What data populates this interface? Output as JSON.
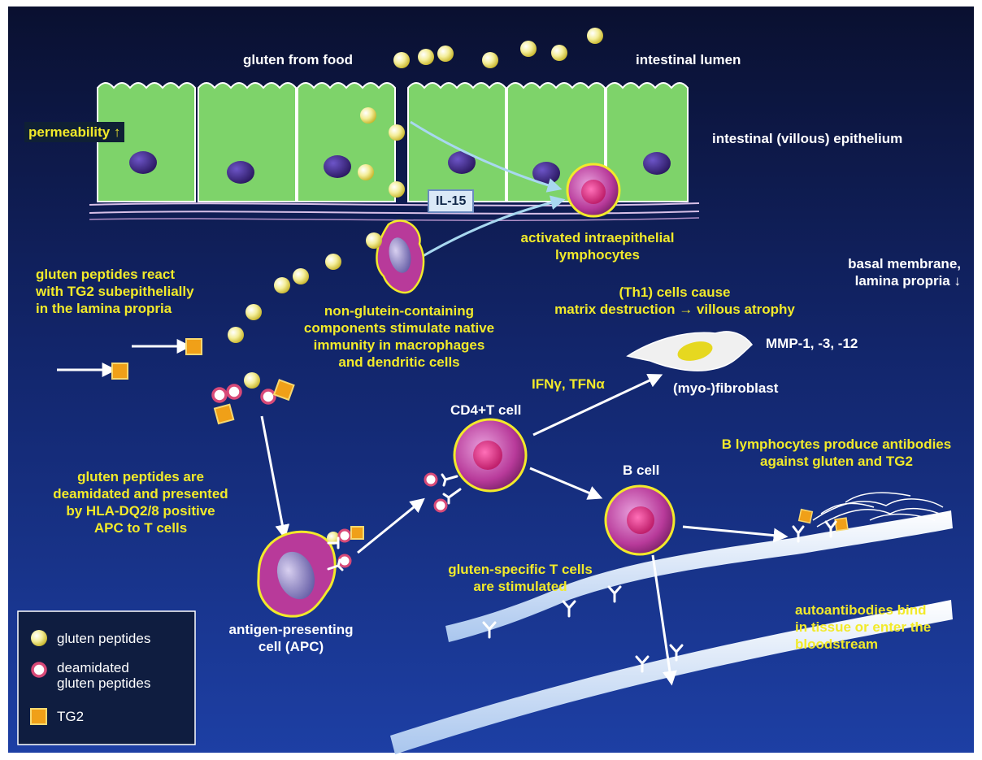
{
  "labels": {
    "gluten_from_food": "gluten from food",
    "intestinal_lumen": "intestinal lumen",
    "epithelium": "intestinal (villous) epithelium",
    "permeability": "permeability ↑",
    "il15": "IL-15",
    "activated_ln1": "activated intraepithelial",
    "activated_ln2": "lymphocytes",
    "basal_ln1": "basal membrane,",
    "basal_ln2": "lamina propria ↓",
    "gluten_react_ln1": "gluten peptides react",
    "gluten_react_ln2": "with TG2 subepithelially",
    "gluten_react_ln3": "in the lamina propria",
    "nonglutein_ln1": "non-glutein-containing",
    "nonglutein_ln2": "components stimulate native",
    "nonglutein_ln3": "immunity in macrophages",
    "nonglutein_ln4": "and dendritic cells",
    "th1_ln1": "(Th1) cells cause",
    "th1_ln2": "matrix destruction → villous atrophy",
    "mmp": "MMP-1, -3, -12",
    "ifn": "IFNγ, TFNα",
    "fibroblast": "(myo-)fibroblast",
    "cd4": "CD4+T cell",
    "bcell": "B cell",
    "blymph_ln1": "B lymphocytes produce antibodies",
    "blymph_ln2": "against gluten and TG2",
    "deamidated_ln1": "gluten peptides are",
    "deamidated_ln2": "deamidated and presented",
    "deamidated_ln3": "by HLA-DQ2/8 positive",
    "deamidated_ln4": "APC to T cells",
    "gluten_specific_ln1": "gluten-specific T cells",
    "gluten_specific_ln2": "are stimulated",
    "apc_ln1": "antigen-presenting",
    "apc_ln2": "cell (APC)",
    "autoantibodies_ln1": "autoantibodies bind",
    "autoantibodies_ln2": "in tissue or enter the",
    "autoantibodies_ln3": "bloodstream"
  },
  "legend": {
    "gluten_peptides": "gluten peptides",
    "deamidated_ln1": "deamidated",
    "deamidated_ln2": "gluten peptides",
    "tg2": "TG2"
  },
  "colors": {
    "background_top": "#0a1030",
    "background_bottom": "#1d3fa4",
    "epithelium_cell": "#7ed36a",
    "nucleus": "#4a3090",
    "immune_cell": "#b83a9a",
    "label_yellow": "#f2ea2a",
    "label_white": "#ffffff",
    "gluten_peptide": "#f4ee9a",
    "tg2": "#f0a018",
    "arrow": "#ffffff",
    "cytokine_arrow": "#a8d8f0"
  }
}
